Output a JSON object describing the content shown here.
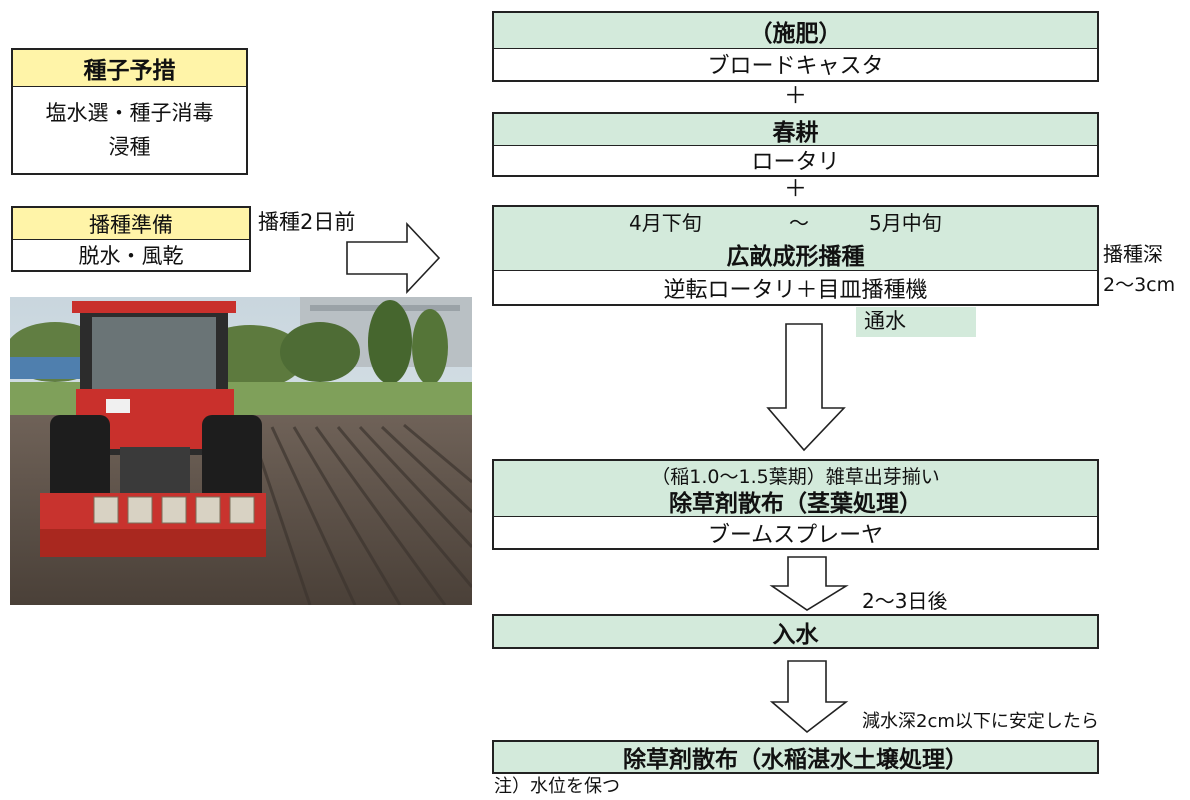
{
  "left": {
    "seed_prep": {
      "title": "種子予措",
      "line1": "塩水選・種子消毒",
      "line2": "浸種"
    },
    "sowing_prep": {
      "title": "播種準備",
      "line1": "脱水・風乾"
    },
    "sowing_prep_note": "播種2日前"
  },
  "flow": {
    "fertilizer": {
      "title": "（施肥）",
      "machine": "ブロードキャスタ"
    },
    "plus1": "＋",
    "spring_tillage": {
      "title": "春耕",
      "machine": "ロータリ"
    },
    "plus2": "＋",
    "sowing": {
      "period_start": "4月下旬",
      "period_tilde": "～",
      "period_end": "5月中旬",
      "title": "広畝成形播種",
      "machine": "逆転ロータリ＋目皿播種機"
    },
    "sowing_depth_label": "播種深",
    "sowing_depth_value": "2～3cm",
    "water_pass": "通水",
    "herbicide1": {
      "timing": "（稲1.0～1.5葉期）雑草出芽揃い",
      "title": "除草剤散布（茎葉処理）",
      "machine": "ブームスプレーヤ"
    },
    "after_days": "2～3日後",
    "flooding": {
      "title": "入水"
    },
    "stabilize_note": "減水深2cm以下に安定したら",
    "herbicide2": {
      "title": "除草剤散布（水稲湛水土壌処理）"
    },
    "footnote": "注）水位を保つ"
  },
  "colors": {
    "green_band": "#d3eadb",
    "yellow_band": "#fff4a8",
    "border": "#222222"
  },
  "icons": [
    "right-arrow-icon",
    "down-arrow-icon",
    "tractor-photo"
  ]
}
